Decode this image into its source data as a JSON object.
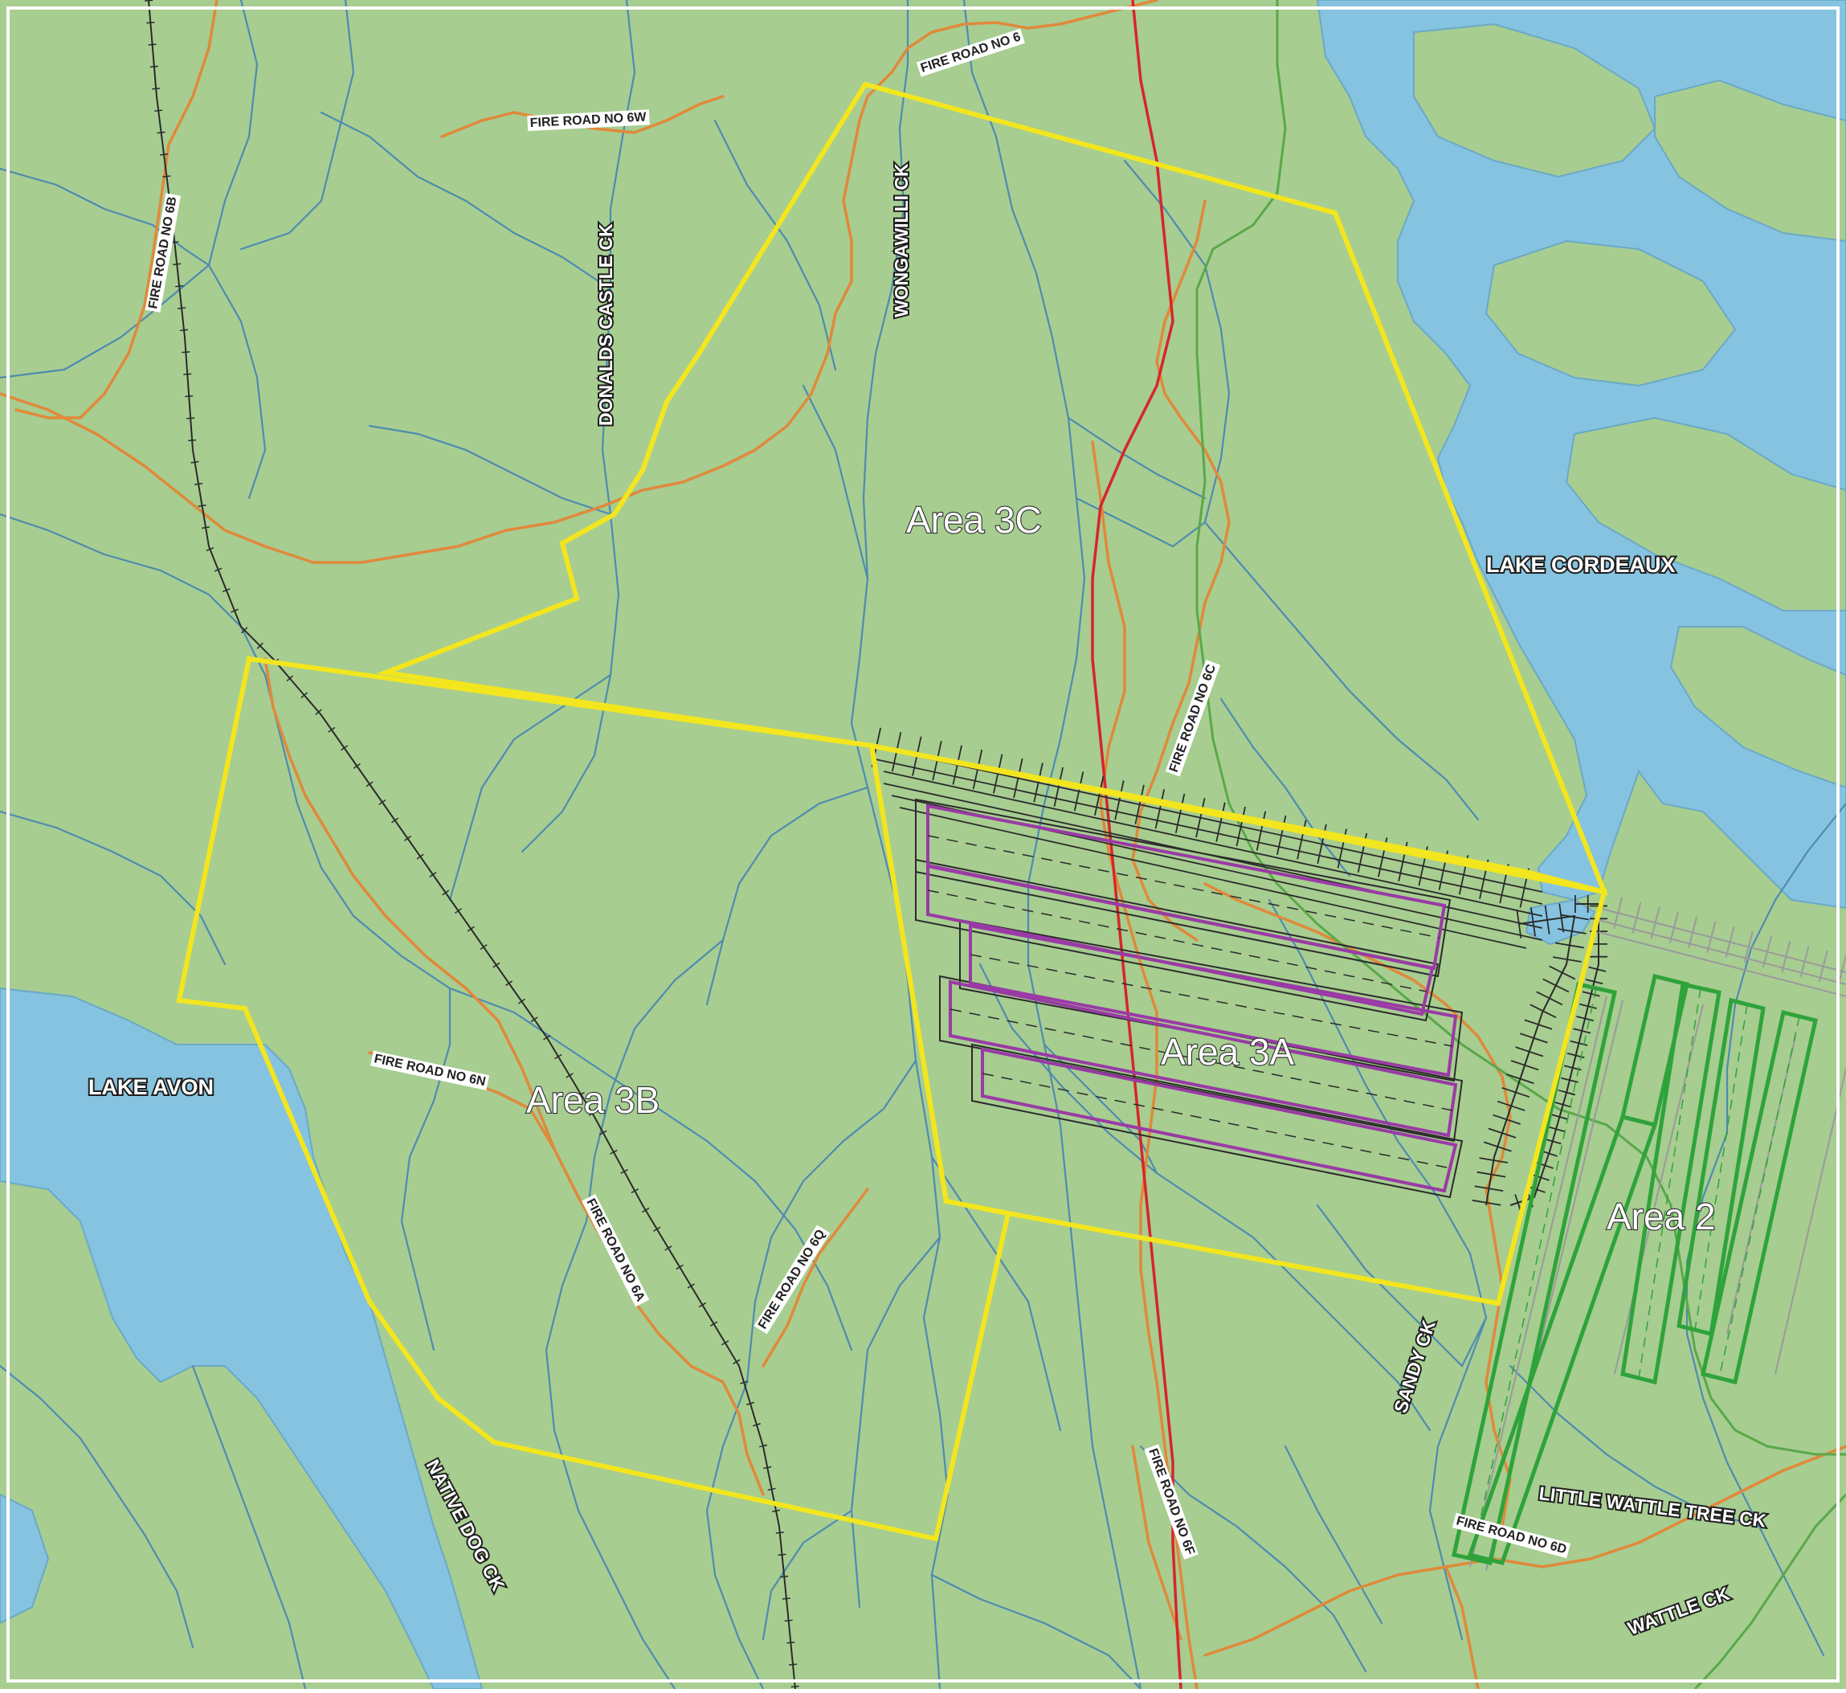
{
  "colors": {
    "land": "#a7cd91",
    "water": "#86c3e0",
    "creek": "#4f8bb0",
    "fire_road": "#e0893a",
    "railway": "#2b2b2b",
    "transmission_red": "#d7262a",
    "pipeline_green": "#5aa84a",
    "boundary": "#f3e61e",
    "panel_purple": "#9a3aa6",
    "panel_green": "#2fa33b",
    "grid_dark": "#2b2b2b",
    "grid_gray": "#9a9a9a"
  },
  "areas": {
    "area_3a": "Area 3A",
    "area_3b": "Area 3B",
    "area_3c": "Area 3C",
    "area_2": "Area 2"
  },
  "lakes": {
    "cordeaux": "LAKE CORDEAUX",
    "avon": "LAKE AVON"
  },
  "creeks": {
    "donalds_castle": "DONALDS CASTLE CK",
    "wongawilli": "WONGAWILLI CK",
    "sandy": "SANDY CK",
    "native_dog": "NATIVE DOG CK",
    "little_wattle_tree": "LITTLE WATTLE TREE CK",
    "wattle": "WATTLE CK"
  },
  "fire_roads": {
    "no_6": "FIRE ROAD NO 6",
    "no_6w": "FIRE ROAD NO 6W",
    "no_6b": "FIRE ROAD NO 6B",
    "no_6c": "FIRE ROAD NO 6C",
    "no_6n": "FIRE ROAD NO 6N",
    "no_6a": "FIRE ROAD NO 6A",
    "no_6q": "FIRE ROAD NO 6Q",
    "no_6f": "FIRE ROAD NO 6F",
    "no_6d": "FIRE ROAD NO 6D"
  }
}
